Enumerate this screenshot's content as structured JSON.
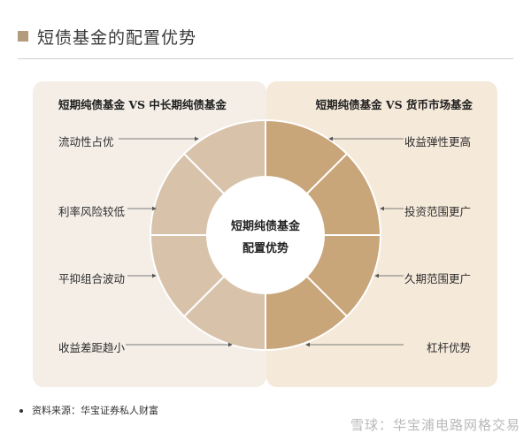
{
  "title": "短债基金的配置优势",
  "left_panel": {
    "heading": "短期纯债基金 VS 中长期纯债基金",
    "items": [
      "流动性占优",
      "利率风险较低",
      "平抑组合波动",
      "收益差距趋小"
    ]
  },
  "right_panel": {
    "heading": "短期纯债基金 VS 货币市场基金",
    "items": [
      "收益弹性更高",
      "投资范围更广",
      "久期范围更广",
      "杠杆优势"
    ]
  },
  "center": {
    "line1": "短期纯债基金",
    "line2": "配置优势"
  },
  "source": "资料来源：华宝证券私人财富",
  "watermark": "雪球：华宝浦电路网格交易",
  "colors": {
    "left_panel_bg": "#f4eee7",
    "right_panel_bg": "#f5e9da",
    "ring_left": "#d8c3aa",
    "ring_right": "#c9a57a",
    "title_mark": "#b49b7c"
  }
}
